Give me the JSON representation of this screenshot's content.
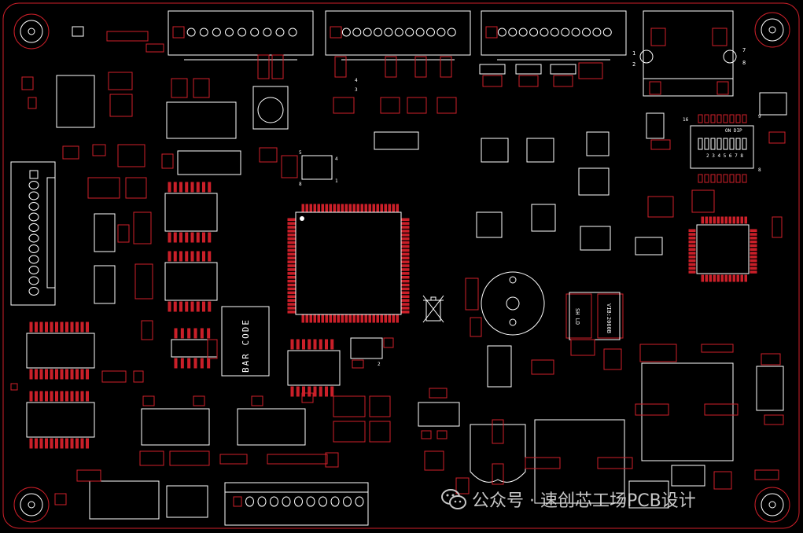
{
  "title": "PCB layout — top silkscreen and pads",
  "barcode_label": "BAR CODE",
  "watermark": "公众号 · 速创芯工场PCB设计",
  "inductor_label_left": "SH LD",
  "inductor_label_right": "VIB:2060B",
  "pin_labels": {
    "rj45_pin1": "1",
    "rj45_pin2": "2",
    "rj45_pin7": "7",
    "rj45_pin8": "8",
    "dip_switch": "ON DIP",
    "dip_numbers": "2 3 4 5 6 7 8",
    "dip_pin8": "8",
    "dip_pin16": "16",
    "dip_pin9": "9",
    "ic_pin5": "5",
    "ic_pin4": "4",
    "ic_pin8": "8",
    "ic_pin1": "1",
    "reg_pin2": "2",
    "reg_pin4": "4",
    "reg_pin3": "3"
  },
  "colors": {
    "background": "#000000",
    "silkscreen": "#ffffff",
    "pad": "#d0202a",
    "pad_dark": "#8a0d16"
  }
}
